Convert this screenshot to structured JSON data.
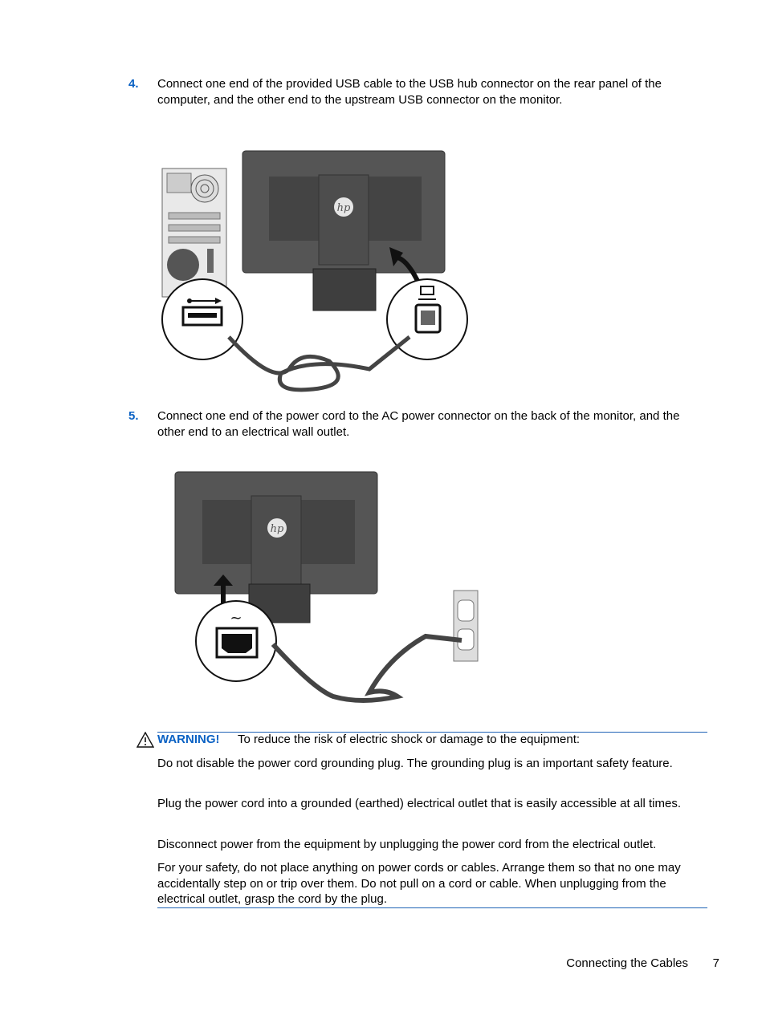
{
  "steps": [
    {
      "number": "4.",
      "text": "Connect one end of the provided USB cable to the USB hub connector on the rear panel of the computer, and the other end to the upstream USB connector on the monitor."
    },
    {
      "number": "5.",
      "text": "Connect one end of the power cord to the AC power connector on the back of the monitor, and the other end to an electrical wall outlet."
    }
  ],
  "figures": {
    "usb": {
      "logo": "hp",
      "icons": [
        "usb-icon",
        "computer-upstream-icon"
      ]
    },
    "power": {
      "logo": "hp",
      "icons": [
        "ac-tilde-icon"
      ]
    }
  },
  "warning": {
    "label": "WARNING!",
    "intro": "To reduce the risk of electric shock or damage to the equipment:",
    "paragraphs": [
      "Do not disable the power cord grounding plug. The grounding plug is an important safety feature.",
      "Plug the power cord into a grounded (earthed) electrical outlet that is easily accessible at all times.",
      "Disconnect power from the equipment by unplugging the power cord from the electrical outlet.",
      "For your safety, do not place anything on power cords or cables. Arrange them so that no one may accidentally step on or trip over them. Do not pull on a cord or cable. When unplugging from the electrical outlet, grasp the cord by the plug."
    ]
  },
  "colors": {
    "accent": "#0b62c4",
    "rule": "#1f63b6"
  },
  "footer": {
    "title": "Connecting the Cables",
    "page": "7"
  }
}
